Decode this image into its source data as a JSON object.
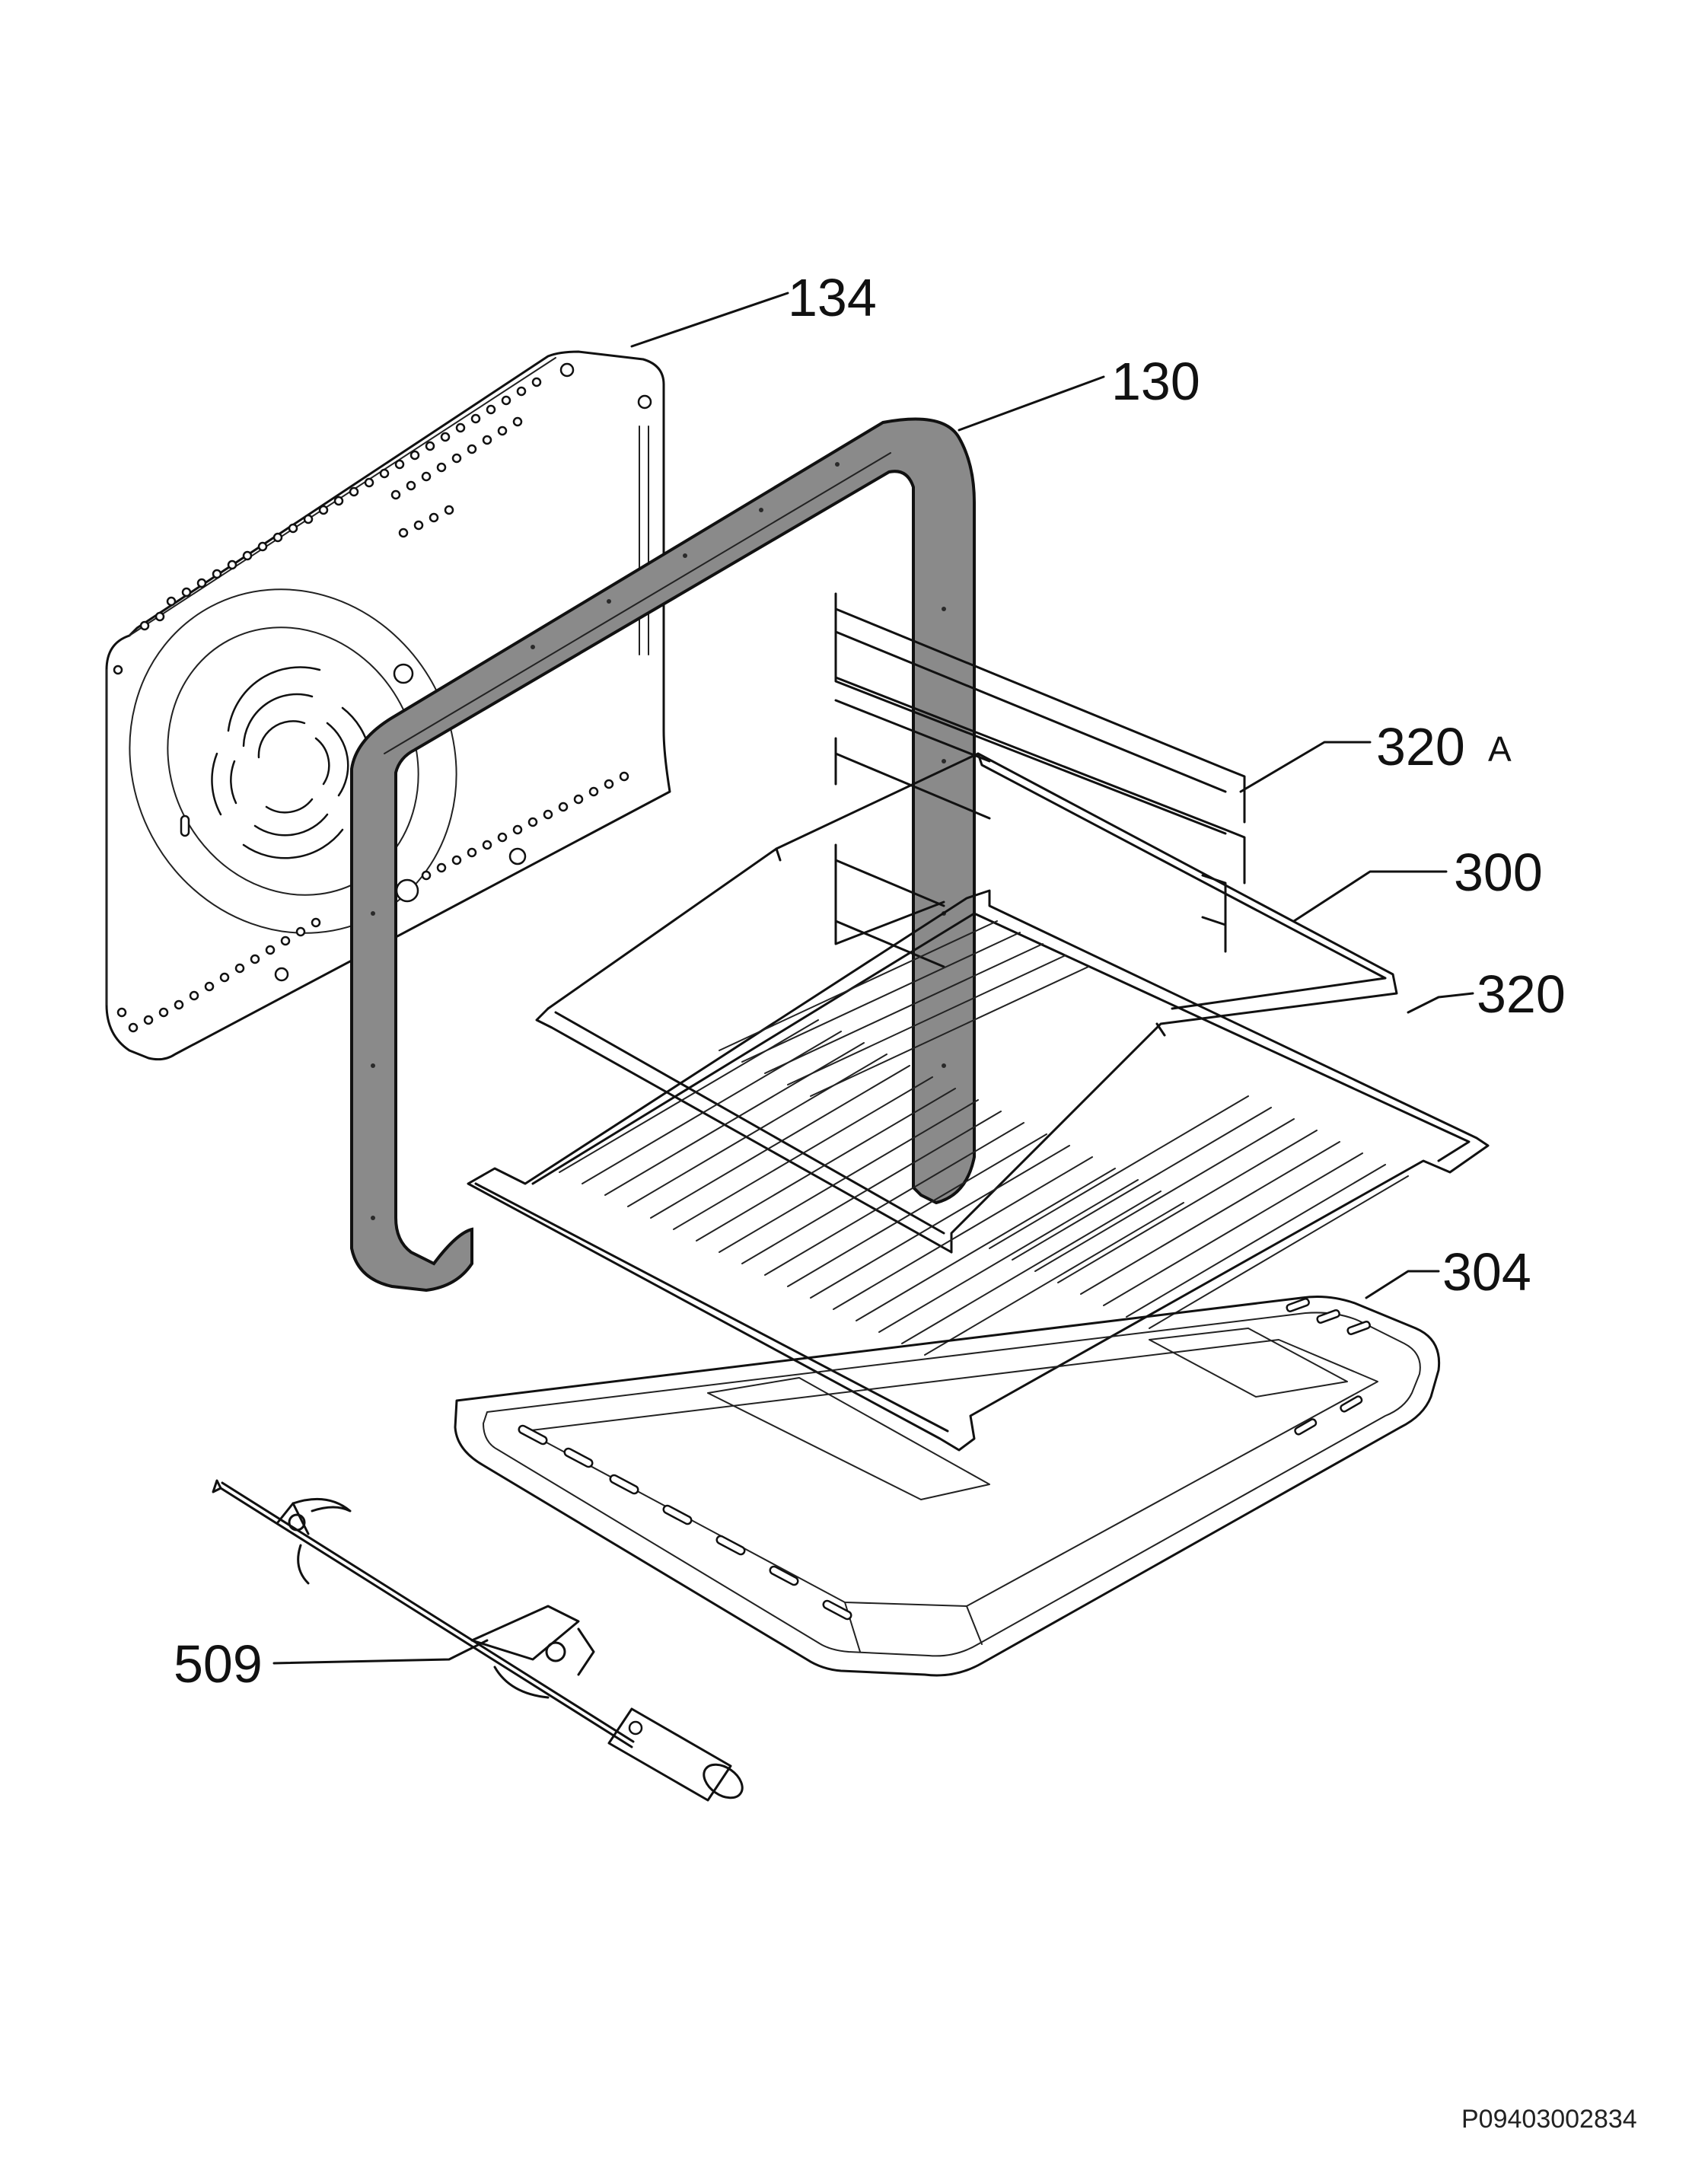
{
  "callouts": {
    "rear_panel": "134",
    "door_seal": "130",
    "shelf_support": "320",
    "shelf_support_suffix": "A",
    "wire_shelf": "300",
    "wire_grid": "320",
    "baking_tray": "304",
    "rotisserie_spit": "509"
  },
  "reference_code": "P09403002834"
}
